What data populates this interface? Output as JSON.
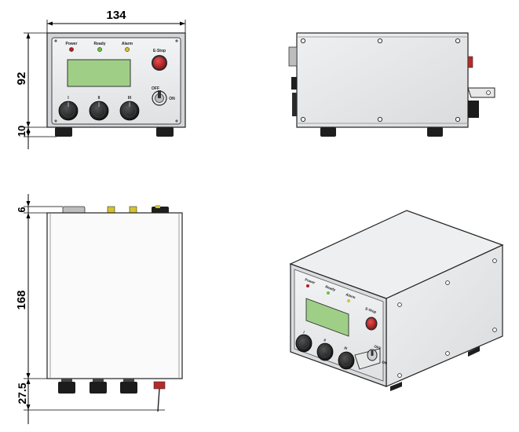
{
  "dimensions": {
    "width": "134",
    "height": "92",
    "foot_height": "10",
    "top_protrusion": "6",
    "depth": "168",
    "knob_protrusion": "27.5"
  },
  "front_panel": {
    "power_label": "Power",
    "ready_label": "Ready",
    "alarm_label": "Alarm",
    "estop_label": "E-Stop",
    "knob_1_label": "I",
    "knob_2_label": "II",
    "knob_3_label": "III",
    "key_off_label": "OFF",
    "key_on_label": "ON"
  },
  "colors": {
    "panel": "#e9eaec",
    "display": "#9fcf86",
    "estop": "#c0242b",
    "power_led": "#b02020",
    "ready_led": "#6fbf3a",
    "alarm_led": "#d6c22a",
    "knob": "#1c1c1c"
  }
}
